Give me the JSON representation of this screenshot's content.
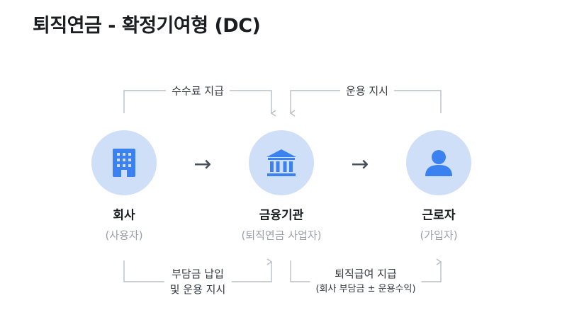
{
  "title": "퇴직연금 - 확정기여형 (DC)",
  "top_flows": {
    "fee": "수수료 지급",
    "instruction": "운용 지시"
  },
  "bottom_flows": {
    "deposit_line1": "부담금 납입",
    "deposit_line2": "및 운용 지시",
    "payout_line1": "퇴직급여 지급",
    "payout_line2": "(회사 부담금 ± 운용수익)"
  },
  "nodes": [
    {
      "name": "회사",
      "role": "(사용자)",
      "icon": "building-icon"
    },
    {
      "name": "금융기관",
      "role": "(퇴직연금 사업자)",
      "icon": "bank-icon"
    },
    {
      "name": "근로자",
      "role": "(가입자)",
      "icon": "person-icon"
    }
  ],
  "arrow_glyph": "→",
  "colors": {
    "circle_bg": "#cfdff8",
    "icon_blue": "#3b82f0",
    "line_gray": "#b8bec7",
    "role_gray": "#9aa1ab"
  }
}
